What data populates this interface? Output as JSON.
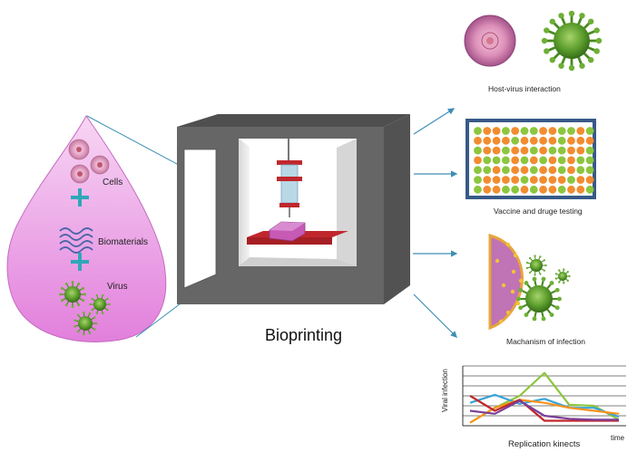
{
  "drop": {
    "cells_label": "Cells",
    "biomaterials_label": "Biomaterials",
    "virus_label": "Virus"
  },
  "printer": {
    "caption": "Bioprinting"
  },
  "outputs": {
    "host_virus": "Host-virus interaction",
    "vaccine": "Vaccine and druge testing",
    "mechanism": "Machanism of infection"
  },
  "colors": {
    "drop": "#e58ee0",
    "printer_body": "#616161",
    "arrow": "#3d8fb4",
    "plus": "#2fa7b8",
    "virus": "#5b9e2d",
    "platform": "#c0272d",
    "tissue": "#c65ab5",
    "plate_border": "#375a87",
    "well_orange": "#f28c30",
    "well_green": "#8cc63f"
  },
  "chart_data": {
    "type": "line",
    "title": "",
    "xlabel": "Replication kinects",
    "ylabel": "Viral infection",
    "x_end_label": "time",
    "x": [
      0,
      1,
      2,
      3,
      4,
      5,
      6
    ],
    "ylim": [
      0,
      6
    ],
    "grid": true,
    "series": [
      {
        "color": "#8dc63f",
        "values": [
          0.3,
          1.8,
          3.0,
          5.3,
          2.1,
          2.0,
          0.6
        ]
      },
      {
        "color": "#3aa3d8",
        "values": [
          2.3,
          3.1,
          2.2,
          2.7,
          1.8,
          1.8,
          0.9
        ]
      },
      {
        "color": "#f7931e",
        "values": [
          0.3,
          1.8,
          2.6,
          2.3,
          1.8,
          1.5,
          1.2
        ]
      },
      {
        "color": "#c1272d",
        "values": [
          3.0,
          1.5,
          2.6,
          0.5,
          0.5,
          0.5,
          0.5
        ]
      },
      {
        "color": "#7b3f99",
        "values": [
          1.5,
          1.2,
          2.5,
          1.0,
          0.7,
          0.6,
          0.6
        ]
      }
    ]
  }
}
